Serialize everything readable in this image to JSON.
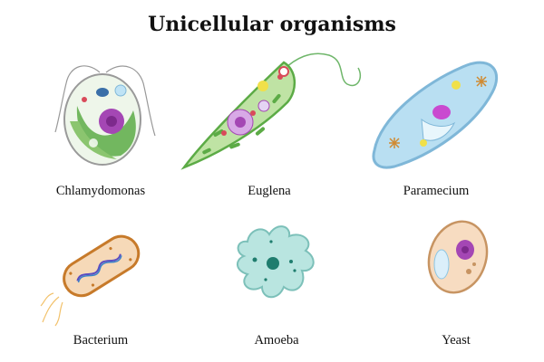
{
  "title": "Unicellular organisms",
  "organisms": [
    {
      "name": "Chlamydomonas",
      "icon": "chlamydomonas-illustration"
    },
    {
      "name": "Euglena",
      "icon": "euglena-illustration"
    },
    {
      "name": "Paramecium",
      "icon": "paramecium-illustration"
    },
    {
      "name": "Bacterium",
      "icon": "bacterium-illustration"
    },
    {
      "name": "Amoeba",
      "icon": "amoeba-illustration"
    },
    {
      "name": "Yeast",
      "icon": "yeast-illustration"
    }
  ],
  "colors": {
    "green_cell": "#bfe3a4",
    "green_dark": "#5cab46",
    "blue_cell": "#b9dff2",
    "amoeba": "#b9e5e0",
    "bacterium": "#f6d9b8",
    "yeast": "#f7dcc1",
    "nucleus_purple": "#a447b4"
  }
}
